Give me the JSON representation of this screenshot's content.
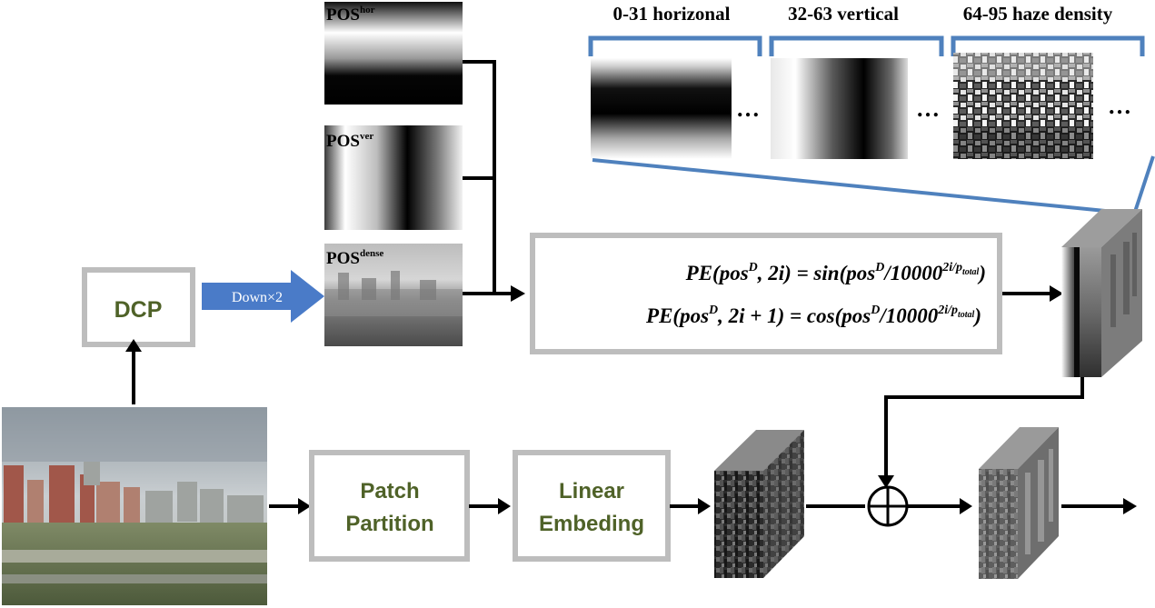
{
  "steps": {
    "dcp": "DCP",
    "down": "Down×2",
    "patch_line1": "Patch",
    "patch_line2": "Partition",
    "linear_line1": "Linear",
    "linear_line2": "Embeding"
  },
  "pos_maps": {
    "hor_base": "POS",
    "hor_sup": "hor",
    "ver_base": "POS",
    "ver_sup": "ver",
    "dense_base": "POS",
    "dense_sup": "dense"
  },
  "channel_groups": [
    {
      "label": "0-31 horizonal"
    },
    {
      "label": "32-63 vertical"
    },
    {
      "label": "64-95 haze density"
    }
  ],
  "ellipsis": "…",
  "formula": {
    "line1": {
      "pre": "PE(pos",
      "sup1": "D",
      "mid": ", 2i) = sin(pos",
      "sup2": "D",
      "mid2": "/10000",
      "exp": "2i/p",
      "sub": "total",
      "end": ")"
    },
    "line2": {
      "pre": "PE(pos",
      "sup1": "D",
      "mid": ", 2i + 1) = cos(pos",
      "sup2": "D",
      "mid2": "/10000",
      "exp": "2i/p",
      "sub": "total",
      "end": ")"
    }
  },
  "colors": {
    "box_border": "#bdbdbd",
    "step_text": "#4f6228",
    "arrow_blue": "#4a7bc8",
    "bracket_blue": "#4f81bd",
    "line": "#000000"
  }
}
